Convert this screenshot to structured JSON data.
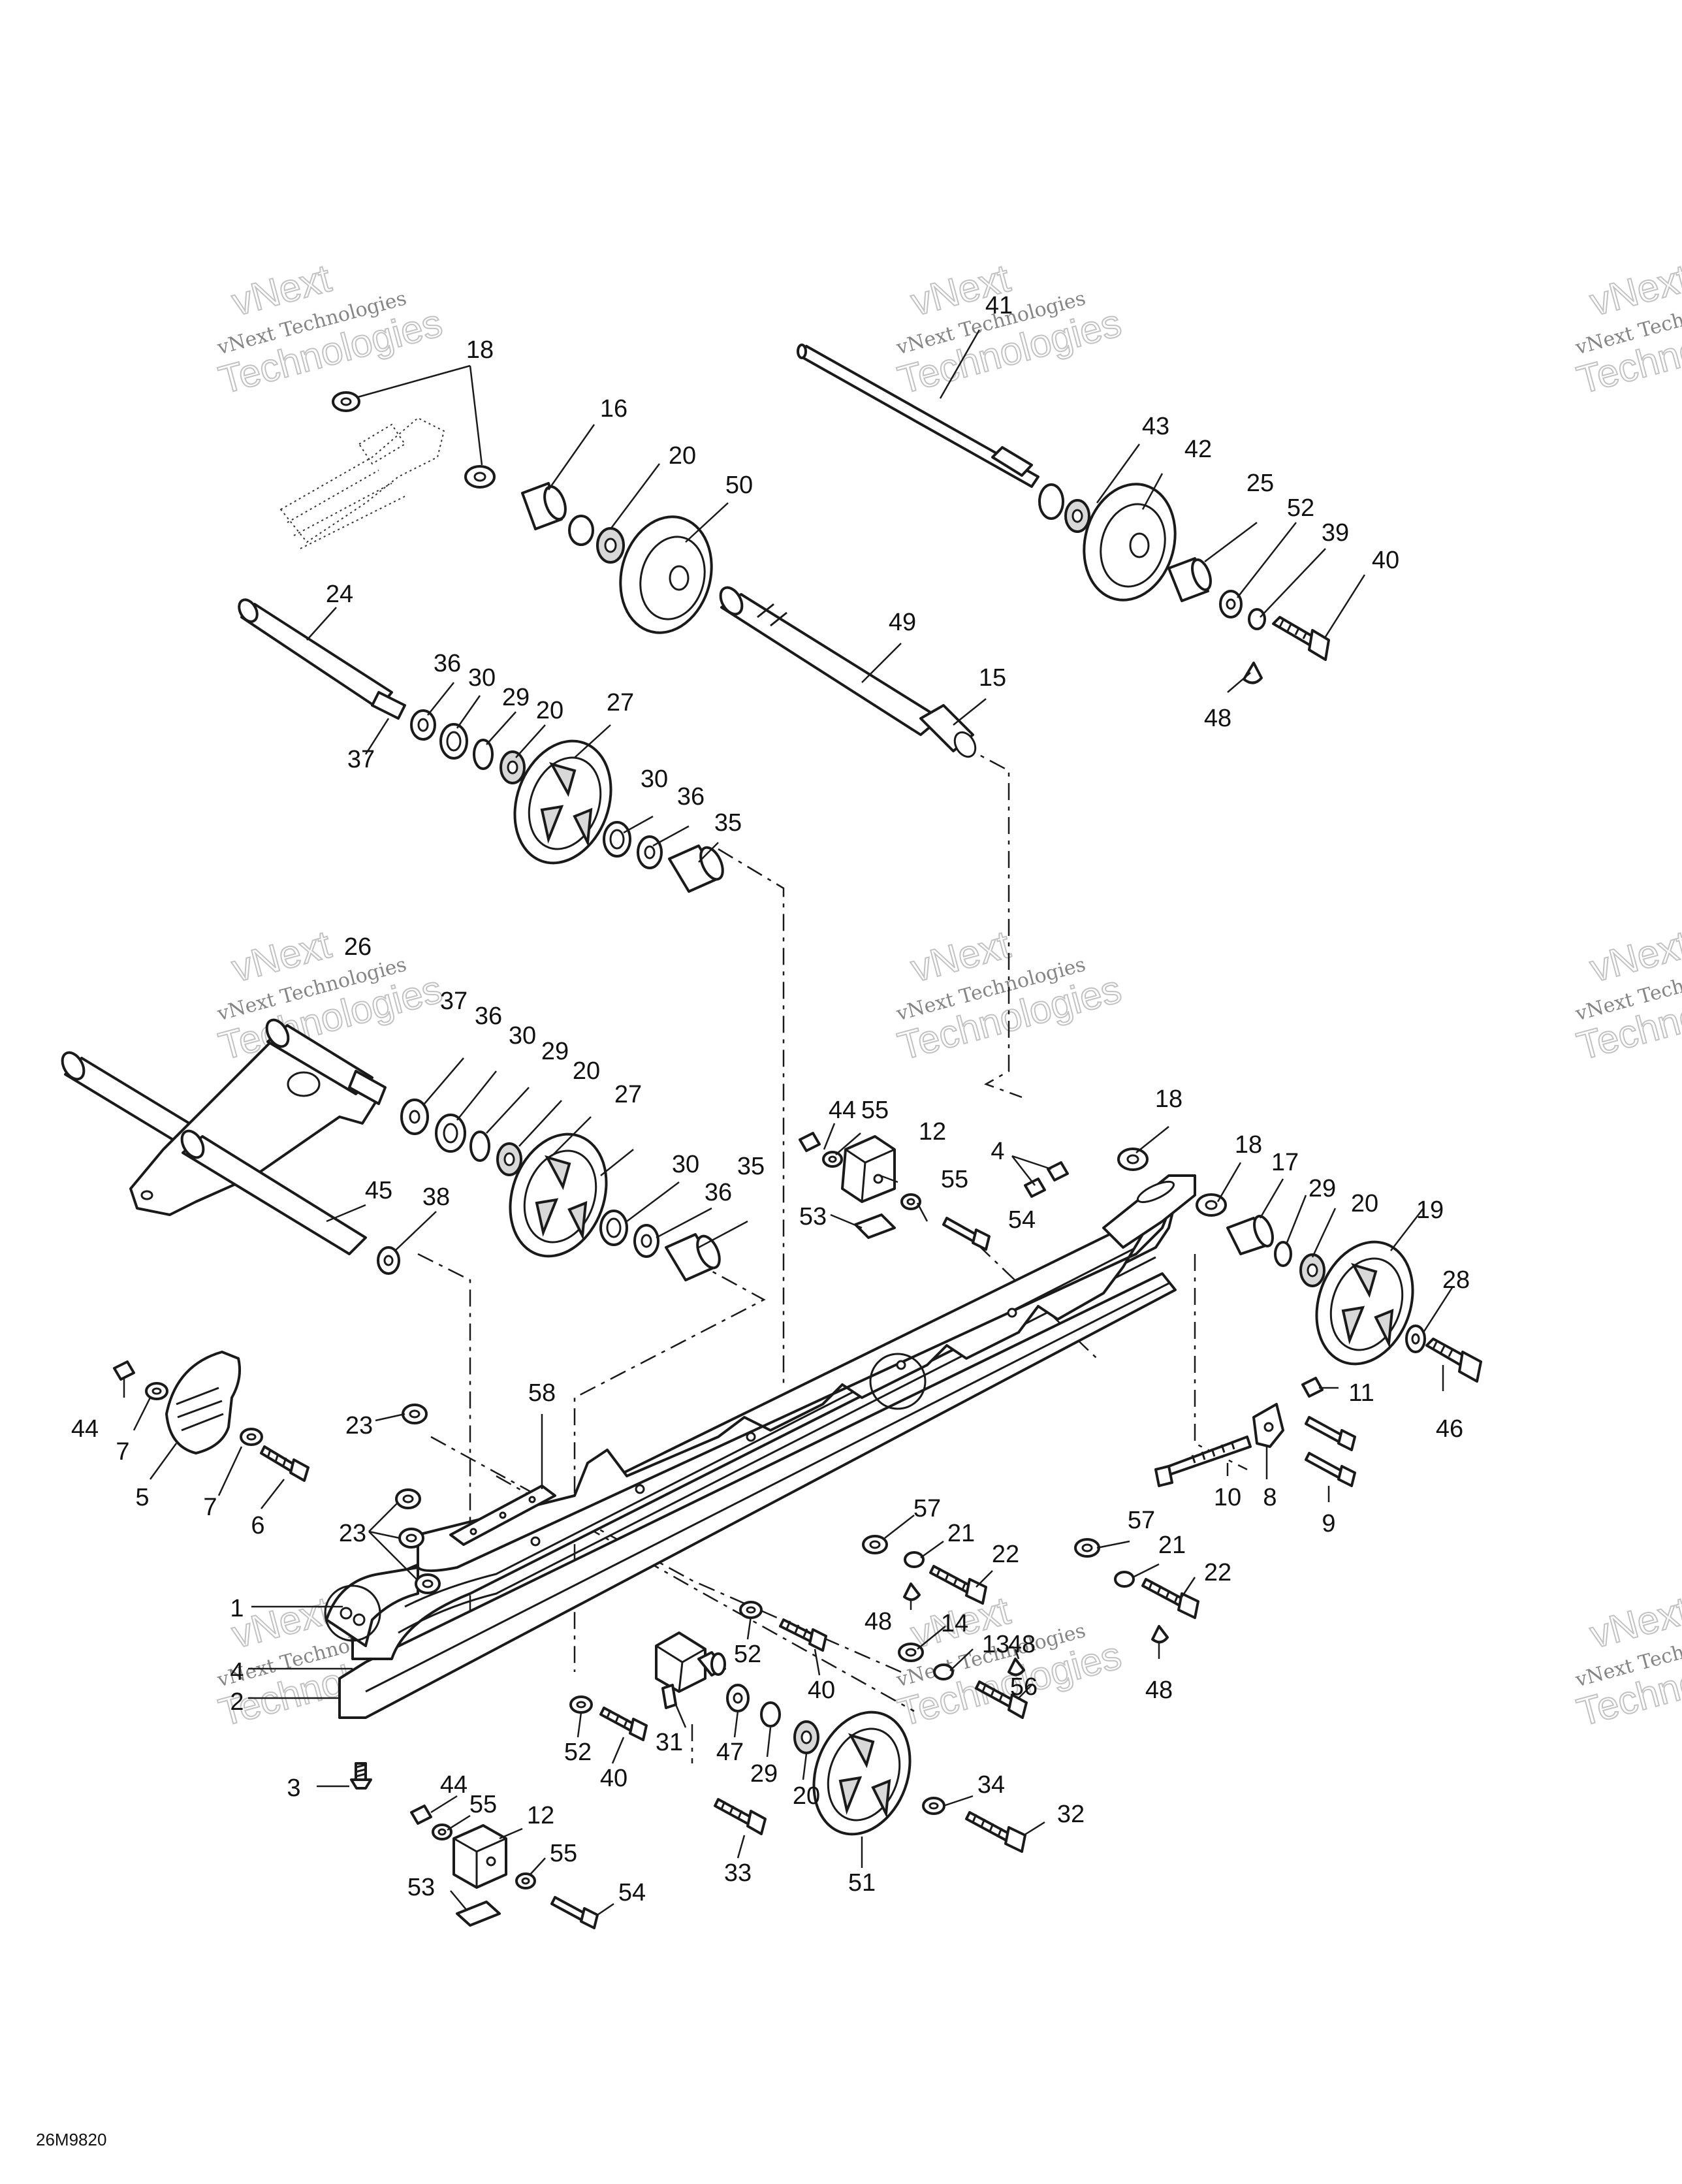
{
  "diagram_code": "26M9820",
  "watermark": {
    "line1": "vNext Technologies",
    "line2": "vNext",
    "line3": "Technologies"
  },
  "callouts": [
    {
      "id": "c41",
      "text": "41"
    },
    {
      "id": "c18a",
      "text": "18"
    },
    {
      "id": "c16",
      "text": "16"
    },
    {
      "id": "c20a",
      "text": "20"
    },
    {
      "id": "c50",
      "text": "50"
    },
    {
      "id": "c43",
      "text": "43"
    },
    {
      "id": "c42",
      "text": "42"
    },
    {
      "id": "c25",
      "text": "25"
    },
    {
      "id": "c52a",
      "text": "52"
    },
    {
      "id": "c39",
      "text": "39"
    },
    {
      "id": "c40a",
      "text": "40"
    },
    {
      "id": "c48a",
      "text": "48"
    },
    {
      "id": "c24",
      "text": "24"
    },
    {
      "id": "c49",
      "text": "49"
    },
    {
      "id": "c15",
      "text": "15"
    },
    {
      "id": "c36a",
      "text": "36"
    },
    {
      "id": "c30a",
      "text": "30"
    },
    {
      "id": "c29a",
      "text": "29"
    },
    {
      "id": "c20b",
      "text": "20"
    },
    {
      "id": "c27a",
      "text": "27"
    },
    {
      "id": "c37a",
      "text": "37"
    },
    {
      "id": "c30b",
      "text": "30"
    },
    {
      "id": "c36b",
      "text": "36"
    },
    {
      "id": "c35a",
      "text": "35"
    },
    {
      "id": "c26",
      "text": "26"
    },
    {
      "id": "c37b",
      "text": "37"
    },
    {
      "id": "c36c",
      "text": "36"
    },
    {
      "id": "c30c",
      "text": "30"
    },
    {
      "id": "c29b",
      "text": "29"
    },
    {
      "id": "c20c",
      "text": "20"
    },
    {
      "id": "c27b",
      "text": "27"
    },
    {
      "id": "c30d",
      "text": "30"
    },
    {
      "id": "c36d",
      "text": "36"
    },
    {
      "id": "c35b",
      "text": "35"
    },
    {
      "id": "c45",
      "text": "45"
    },
    {
      "id": "c38",
      "text": "38"
    },
    {
      "id": "c44a",
      "text": "44"
    },
    {
      "id": "c55a",
      "text": "55"
    },
    {
      "id": "c12a",
      "text": "12"
    },
    {
      "id": "c55b",
      "text": "55"
    },
    {
      "id": "c53a",
      "text": "53"
    },
    {
      "id": "c54a",
      "text": "54"
    },
    {
      "id": "c4a",
      "text": "4"
    },
    {
      "id": "c18b",
      "text": "18"
    },
    {
      "id": "c18c",
      "text": "18"
    },
    {
      "id": "c17",
      "text": "17"
    },
    {
      "id": "c29c",
      "text": "29"
    },
    {
      "id": "c20d",
      "text": "20"
    },
    {
      "id": "c19",
      "text": "19"
    },
    {
      "id": "c28",
      "text": "28"
    },
    {
      "id": "c46",
      "text": "46"
    },
    {
      "id": "c11",
      "text": "11"
    },
    {
      "id": "c10",
      "text": "10"
    },
    {
      "id": "c8",
      "text": "8"
    },
    {
      "id": "c9",
      "text": "9"
    },
    {
      "id": "c44b",
      "text": "44"
    },
    {
      "id": "c7a",
      "text": "7"
    },
    {
      "id": "c5",
      "text": "5"
    },
    {
      "id": "c7b",
      "text": "7"
    },
    {
      "id": "c6",
      "text": "6"
    },
    {
      "id": "c23a",
      "text": "23"
    },
    {
      "id": "c58",
      "text": "58"
    },
    {
      "id": "c23b",
      "text": "23"
    },
    {
      "id": "c1",
      "text": "1"
    },
    {
      "id": "c4b",
      "text": "4"
    },
    {
      "id": "c2",
      "text": "2"
    },
    {
      "id": "c3",
      "text": "3"
    },
    {
      "id": "c57a",
      "text": "57"
    },
    {
      "id": "c21a",
      "text": "21"
    },
    {
      "id": "c22a",
      "text": "22"
    },
    {
      "id": "c48b",
      "text": "48"
    },
    {
      "id": "c57b",
      "text": "57"
    },
    {
      "id": "c21b",
      "text": "21"
    },
    {
      "id": "c22b",
      "text": "22"
    },
    {
      "id": "c48c",
      "text": "48"
    },
    {
      "id": "c14",
      "text": "14"
    },
    {
      "id": "c13",
      "text": "13"
    },
    {
      "id": "c48d",
      "text": "48"
    },
    {
      "id": "c56",
      "text": "56"
    },
    {
      "id": "c52b",
      "text": "52"
    },
    {
      "id": "c40b",
      "text": "40"
    },
    {
      "id": "c31",
      "text": "31"
    },
    {
      "id": "c47",
      "text": "47"
    },
    {
      "id": "c29d",
      "text": "29"
    },
    {
      "id": "c20e",
      "text": "20"
    },
    {
      "id": "c52c",
      "text": "52"
    },
    {
      "id": "c40c",
      "text": "40"
    },
    {
      "id": "c34",
      "text": "34"
    },
    {
      "id": "c32",
      "text": "32"
    },
    {
      "id": "c33",
      "text": "33"
    },
    {
      "id": "c51",
      "text": "51"
    },
    {
      "id": "c44c",
      "text": "44"
    },
    {
      "id": "c55c",
      "text": "55"
    },
    {
      "id": "c12b",
      "text": "12"
    },
    {
      "id": "c55d",
      "text": "55"
    },
    {
      "id": "c53b",
      "text": "53"
    },
    {
      "id": "c54b",
      "text": "54"
    }
  ]
}
